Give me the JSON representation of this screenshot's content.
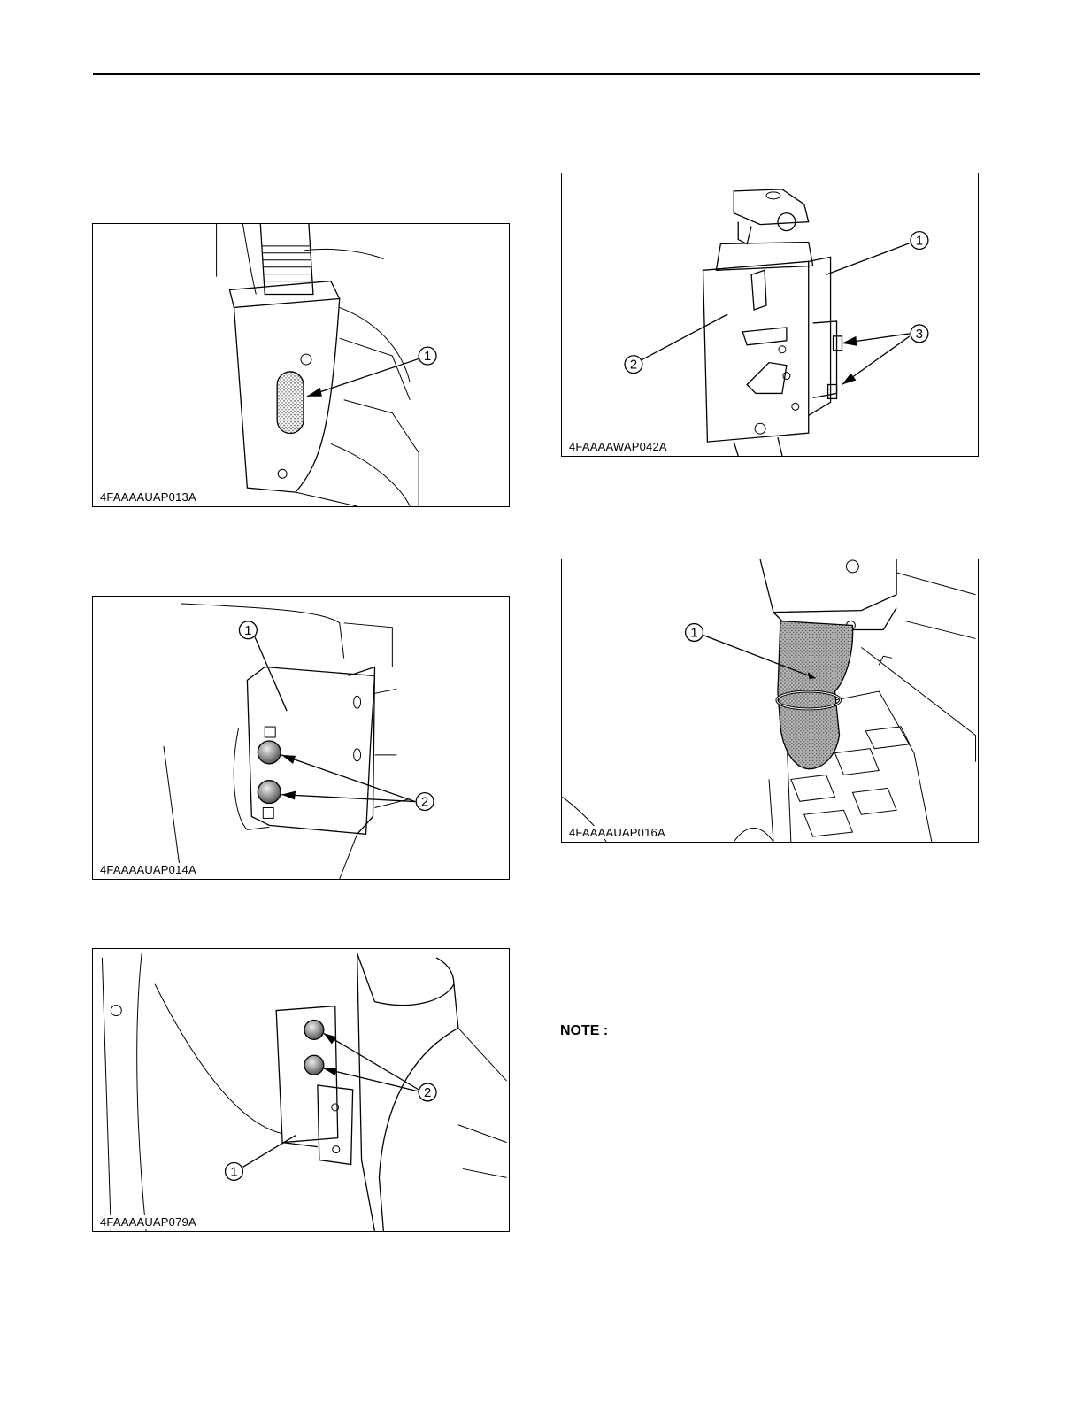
{
  "figures": [
    {
      "code": "4FAAAAUAP013A",
      "callouts": [
        "1"
      ]
    },
    {
      "code": "4FAAAAUAP014A",
      "callouts": [
        "1",
        "2"
      ]
    },
    {
      "code": "4FAAAAUAP079A",
      "callouts": [
        "2",
        "1"
      ]
    },
    {
      "code": "4FAAAAWAP042A",
      "callouts": [
        "1",
        "3",
        "2"
      ]
    },
    {
      "code": "4FAAAAUAP016A",
      "callouts": [
        "1"
      ]
    }
  ],
  "note": {
    "label": "NOTE :"
  }
}
